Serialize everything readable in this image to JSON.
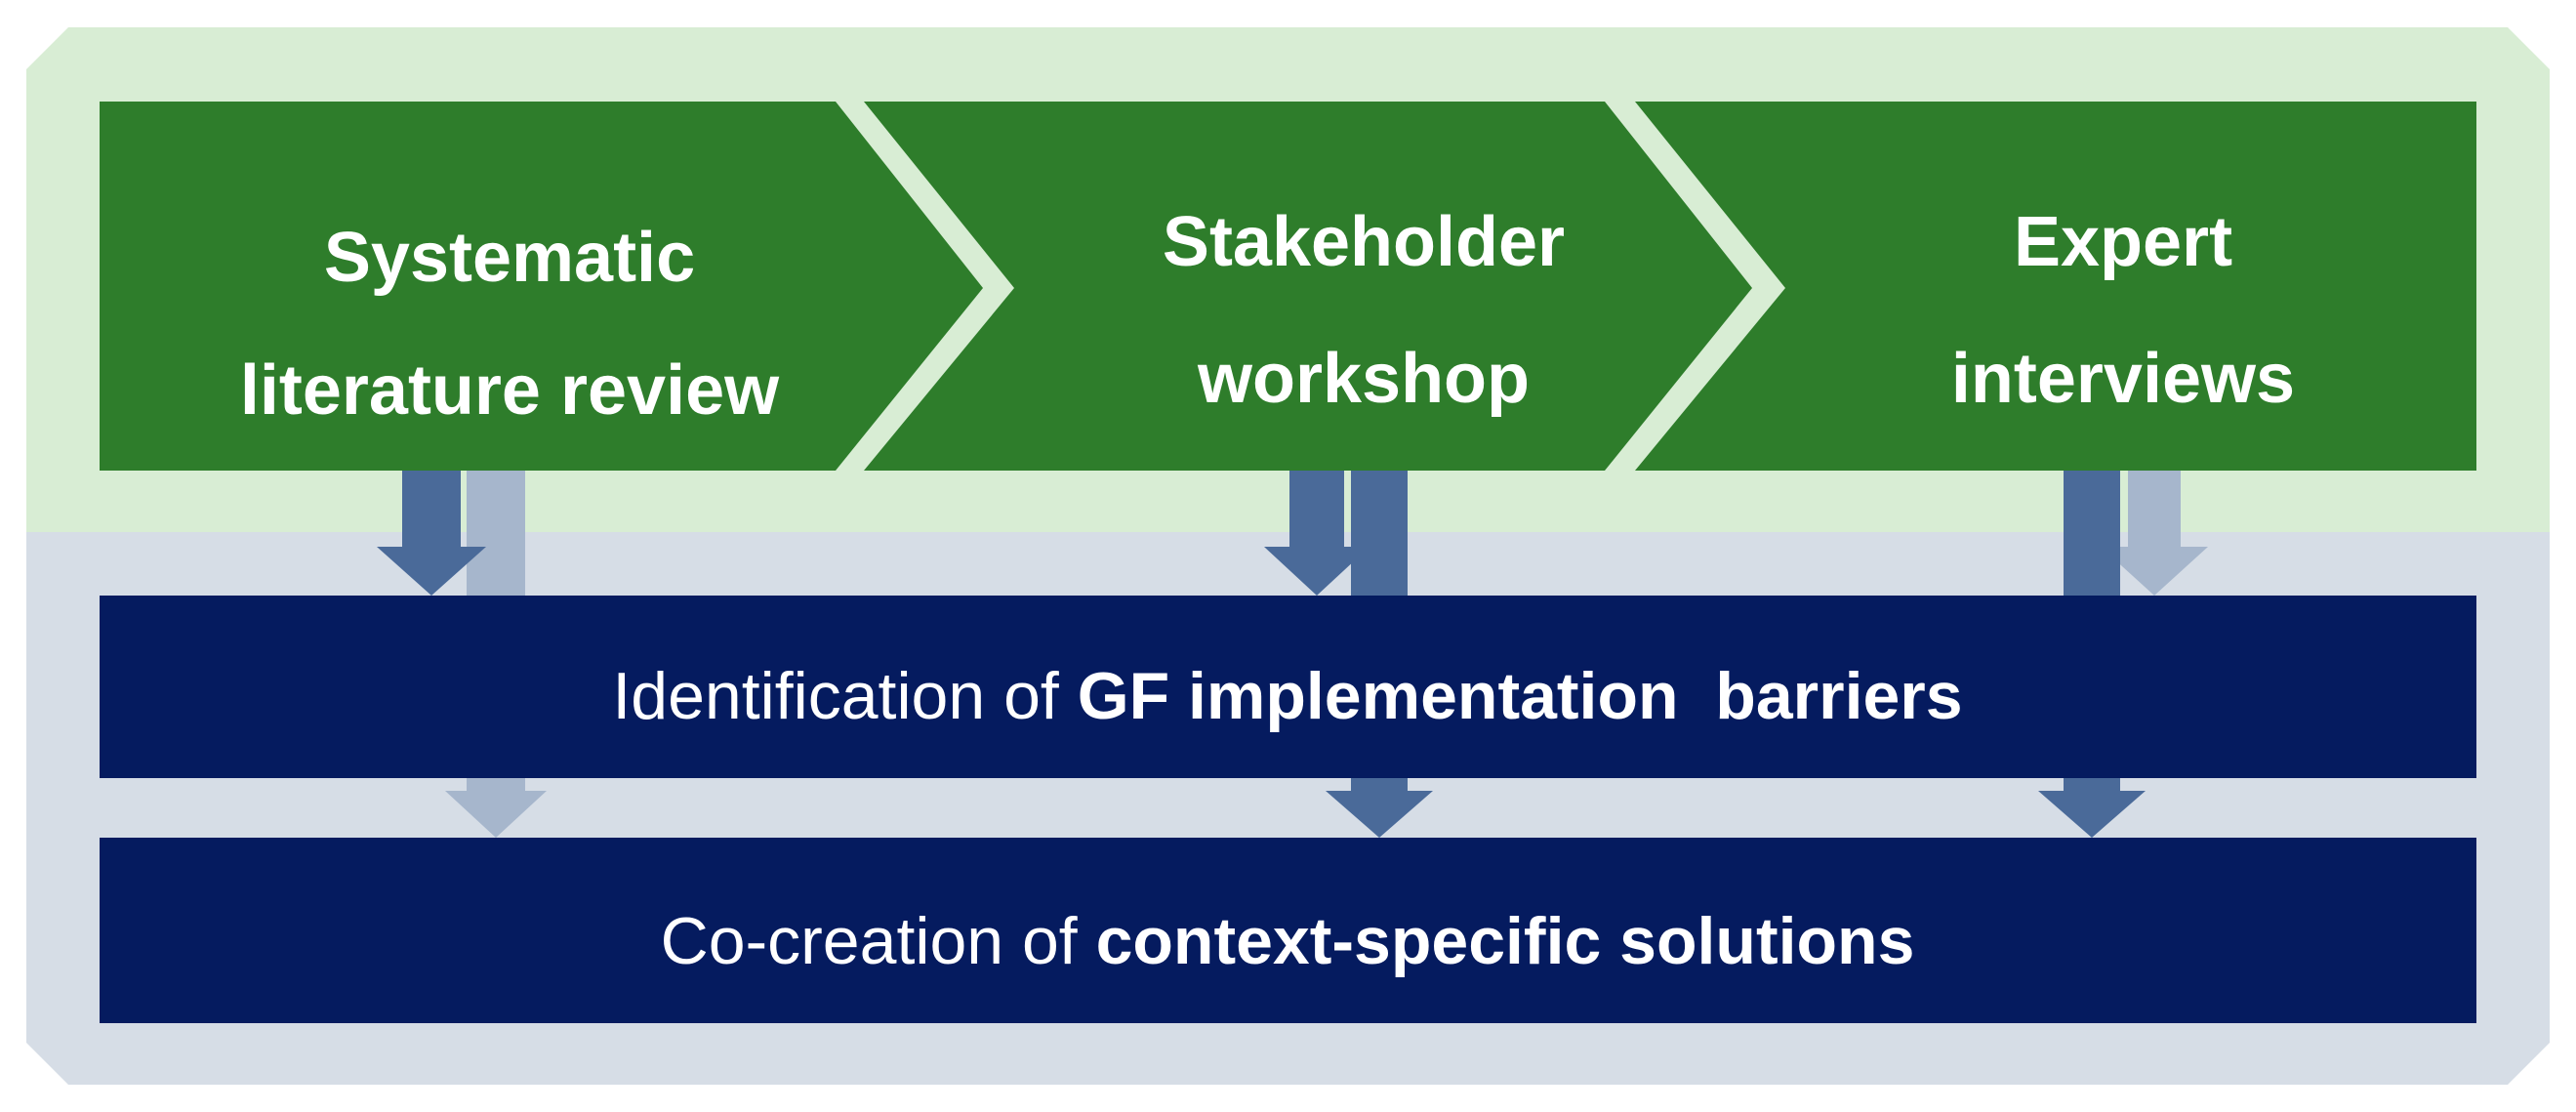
{
  "colors": {
    "frame_top": "#d8edd4",
    "frame_bottom": "#d6dde6",
    "step_fill": "#2e7d2b",
    "bar_fill": "#051b5f",
    "arrow_dark": "#4a6a99",
    "arrow_light": "#a6b6cc",
    "text": "#ffffff"
  },
  "steps": [
    {
      "line1": "Systematic",
      "line2": "literature review"
    },
    {
      "line1": "Stakeholder",
      "line2": "workshop"
    },
    {
      "line1": "Expert",
      "line2": "interviews"
    }
  ],
  "bars": [
    {
      "prefix": "Identification of ",
      "bold": "GF implementation  barriers"
    },
    {
      "prefix": "Co-creation of ",
      "bold": "context-specific solutions"
    }
  ]
}
